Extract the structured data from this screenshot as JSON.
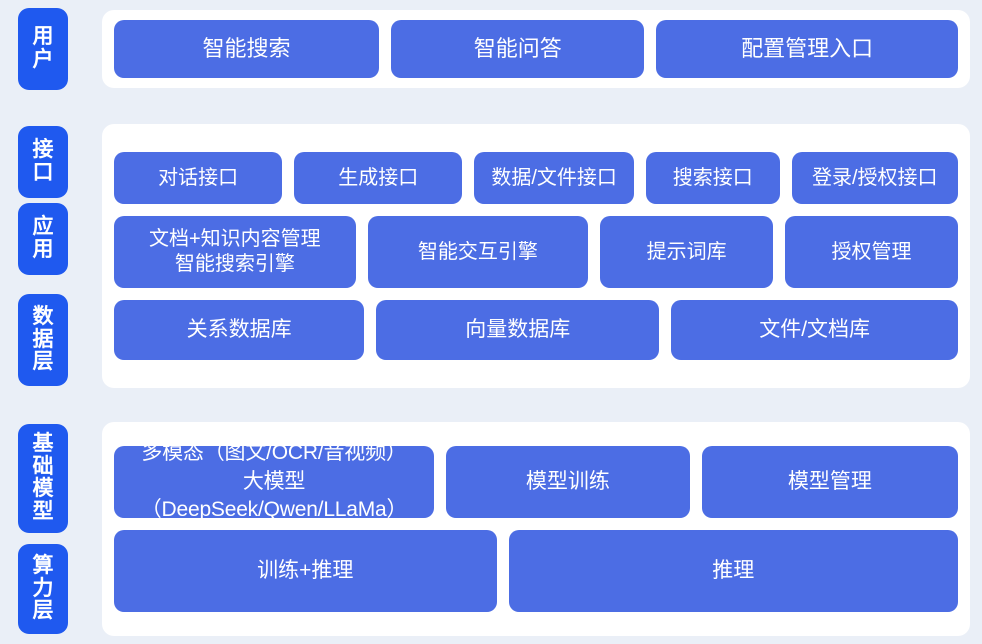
{
  "theme": {
    "page_background": "#eaeff7",
    "panel_background": "#ffffff",
    "tab_color": "#1f59ef",
    "box_color": "#4c6de4",
    "text_color": "#ffffff"
  },
  "groups": [
    {
      "id": "users",
      "tabs": [
        {
          "label": "用户"
        }
      ],
      "rows": [
        {
          "id": "user-entries",
          "boxes": [
            {
              "label": "智能搜索",
              "flex": 273
            },
            {
              "label": "智能问答",
              "flex": 260
            },
            {
              "label": "配置管理入口",
              "flex": 313
            }
          ]
        }
      ]
    },
    {
      "id": "middle",
      "tabs": [
        {
          "label": "接口"
        },
        {
          "label": "应用"
        },
        {
          "label": "数据层"
        }
      ],
      "rows": [
        {
          "id": "interface",
          "boxes": [
            {
              "label": "对话接口",
              "flex": 176
            },
            {
              "label": "生成接口",
              "flex": 176
            },
            {
              "label": "数据/文件接口",
              "flex": 166
            },
            {
              "label": "搜索接口",
              "flex": 136
            },
            {
              "label": "登录/授权接口",
              "flex": 174
            }
          ]
        },
        {
          "id": "application",
          "boxes": [
            {
              "label": "文档+知识内容管理\n智能搜索引擎",
              "flex": 256
            },
            {
              "label": "智能交互引擎",
              "flex": 232
            },
            {
              "label": "提示词库",
              "flex": 178
            },
            {
              "label": "授权管理",
              "flex": 178
            }
          ]
        },
        {
          "id": "data",
          "boxes": [
            {
              "label": "关系数据库",
              "flex": 256
            },
            {
              "label": "向量数据库",
              "flex": 292
            },
            {
              "label": "文件/文档库",
              "flex": 296
            }
          ]
        }
      ]
    },
    {
      "id": "infrastructure",
      "tabs": [
        {
          "label": "基础模型"
        },
        {
          "label": "算力层"
        }
      ],
      "rows": [
        {
          "id": "model",
          "boxes": [
            {
              "label": "多模态（图文/OCR/音视频）\n大模型（DeepSeek/Qwen/LLaMa）",
              "flex": 334,
              "variant": "multimodal"
            },
            {
              "label": "模型训练",
              "flex": 250
            },
            {
              "label": "模型管理",
              "flex": 264
            }
          ]
        },
        {
          "id": "compute",
          "boxes": [
            {
              "label": "训练+推理",
              "flex": 394
            },
            {
              "label": "推理",
              "flex": 466
            }
          ]
        }
      ]
    }
  ]
}
